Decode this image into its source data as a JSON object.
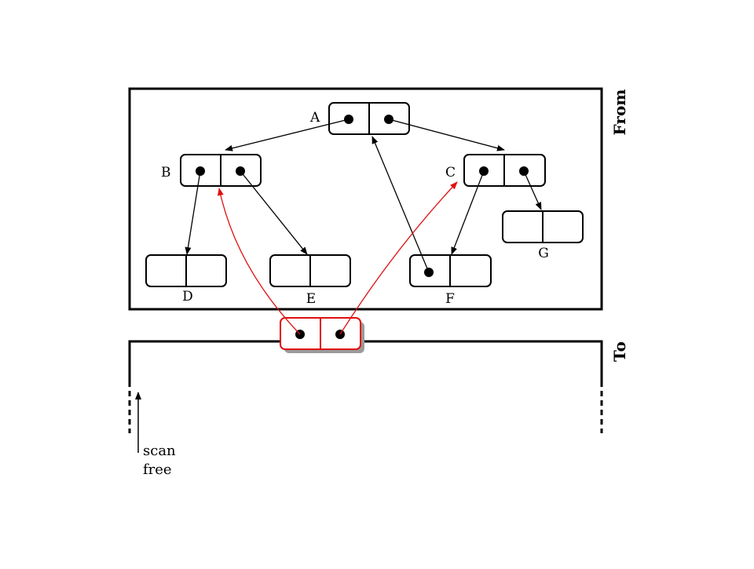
{
  "regions": {
    "from_label": "From",
    "to_label": "To"
  },
  "nodes": {
    "A": "A",
    "B": "B",
    "C": "C",
    "D": "D",
    "E": "E",
    "F": "F",
    "G": "G"
  },
  "pointers": {
    "scan": "scan",
    "free": "free"
  },
  "colors": {
    "ink": "#000000",
    "copied": "#e01010"
  }
}
